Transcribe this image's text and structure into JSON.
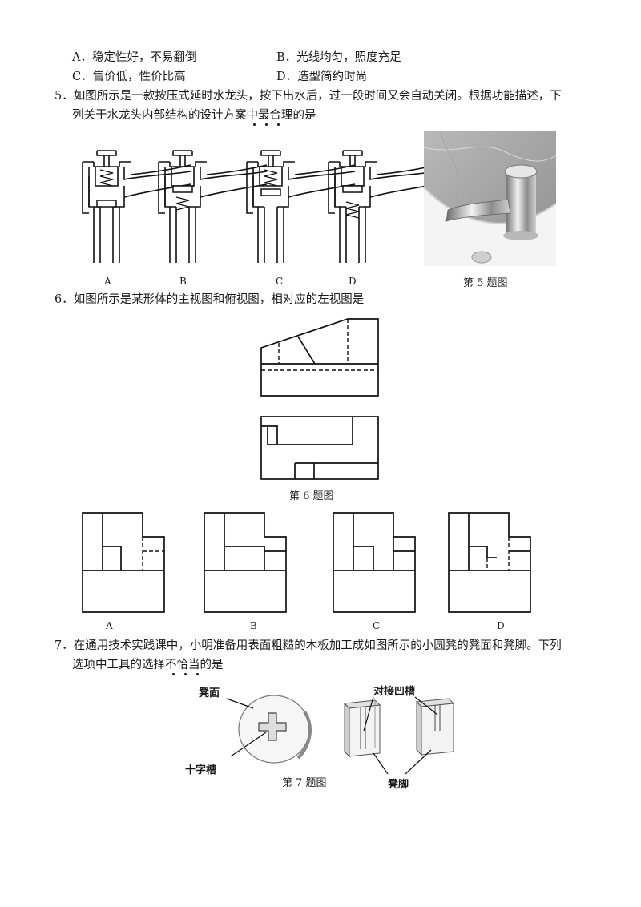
{
  "q4_options": {
    "a": "A．稳定性好，不易翻倒",
    "b": "B．光线均匀，照度充足",
    "c": "C．售价低，性价比高",
    "d": "D．造型简约时尚"
  },
  "q5": {
    "line1": "5．如图所示是一款按压式延时水龙头，按下出水后，过一段时间又会自动关闭。根据功能描述，下",
    "line2": "列关于水龙头内部结构的设计方案中最合理的是",
    "labels": [
      "A",
      "B",
      "C",
      "D"
    ],
    "caption": "第 5 题图"
  },
  "q6": {
    "line1": "6．如图所示是某形体的主视图和俯视图，相对应的左视图是",
    "caption": "第 6 题图",
    "labels": [
      "A",
      "B",
      "C",
      "D"
    ]
  },
  "q7": {
    "line1": "7．在通用技术实践课中，小明准备用表面粗糙的木板加工成如图所示的小圆凳的凳面和凳脚。下列",
    "line2": "选项中工具的选择不恰当的是",
    "caption": "第 7 题图",
    "callouts": {
      "seat": "凳面",
      "cross_slot": "十字槽",
      "butt_groove": "对接凹槽",
      "leg": "凳脚"
    }
  }
}
